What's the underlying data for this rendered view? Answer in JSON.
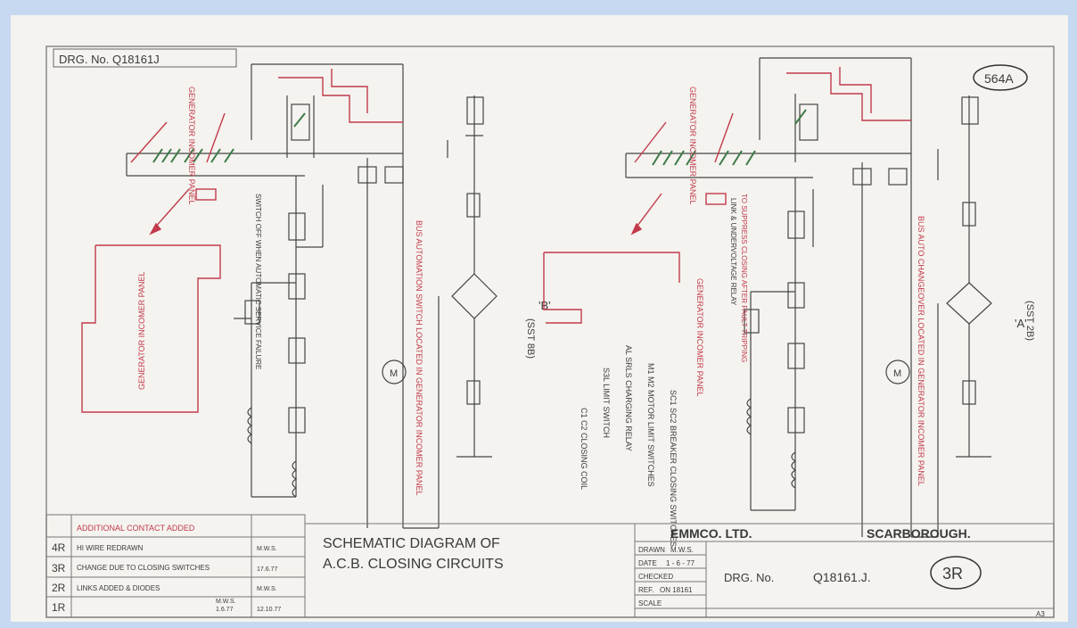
{
  "drawing": {
    "top_label": "DRG. No. Q18161J",
    "stamp": "564A",
    "title_line1": "SCHEMATIC DIAGRAM OF",
    "title_line2": "A.C.B. CLOSING CIRCUITS",
    "company": "EMMCO. LTD.",
    "location": "SCARBOROUGH.",
    "drawn_label": "DRAWN",
    "drawn_value": "M.W.S.",
    "date_label": "DATE",
    "date_value": "1 - 6 - 77",
    "checked_label": "CHECKED",
    "ref_label": "REF.",
    "ref_value": "ON 18161",
    "scale_label": "SCALE",
    "drg_no_label": "DRG. No.",
    "drg_no_value": "Q18161.J.",
    "circled_mark": "3R",
    "sheet_size": "A3",
    "ref_left": "(SST 8B)",
    "ref_right": "(SST 2B)",
    "mark_a": "'B'",
    "mark_b": "'A'"
  },
  "revisions": [
    {
      "id": "4R",
      "desc": "ADDITIONAL CONTACT ADDED",
      "by": "",
      "date": ""
    },
    {
      "id": "3R",
      "desc": "HI WIRE REDRAWN",
      "by": "M.W.S.",
      "date": "17.6.77"
    },
    {
      "id": "2R",
      "desc": "CHANGE DUE TO CLOSING SWITCHES",
      "by": "M.W.S.",
      "date": "12.10.77"
    },
    {
      "id": "1R",
      "desc": "LINKS ADDED & DIODES",
      "by": "M.W.S.",
      "date": "1.6.77"
    }
  ],
  "notes": [
    "SC1 SC2 BREAKER CLOSING SWITCHES",
    "M1 M2 MOTOR LIMIT SWITCHES",
    "AL SRLS CHARGING RELAY",
    "S3L LIMIT SWITCH",
    "C1 C2 CLOSING COIL"
  ],
  "labels_left": {
    "gen_panel": "GENERATOR INCOMER PANEL",
    "auto_switch": "BUS AUTOMATION SWITCH LOCATED IN GENERATOR INCOMER PANEL",
    "sw_note": "SWITCH OFF WHEN AUTOMATIC SERVICE FAILURE"
  },
  "labels_right": {
    "gen_panel": "GENERATOR INCOMER PANEL",
    "auto_switch": "BUS AUTO CHANGEOVER LOCATED IN GENERATOR INCOMER PANEL",
    "closing_note": "TO SUPPRESS CLOSING AFTER FAULT TRIPPING",
    "relay_note": "LINK & UNDERVOLTAGE RELAY"
  },
  "colors": {
    "ink": "#3a3a3a",
    "red": "#c23a4b",
    "green": "#3c7a46",
    "page": "#c7d8f1"
  }
}
